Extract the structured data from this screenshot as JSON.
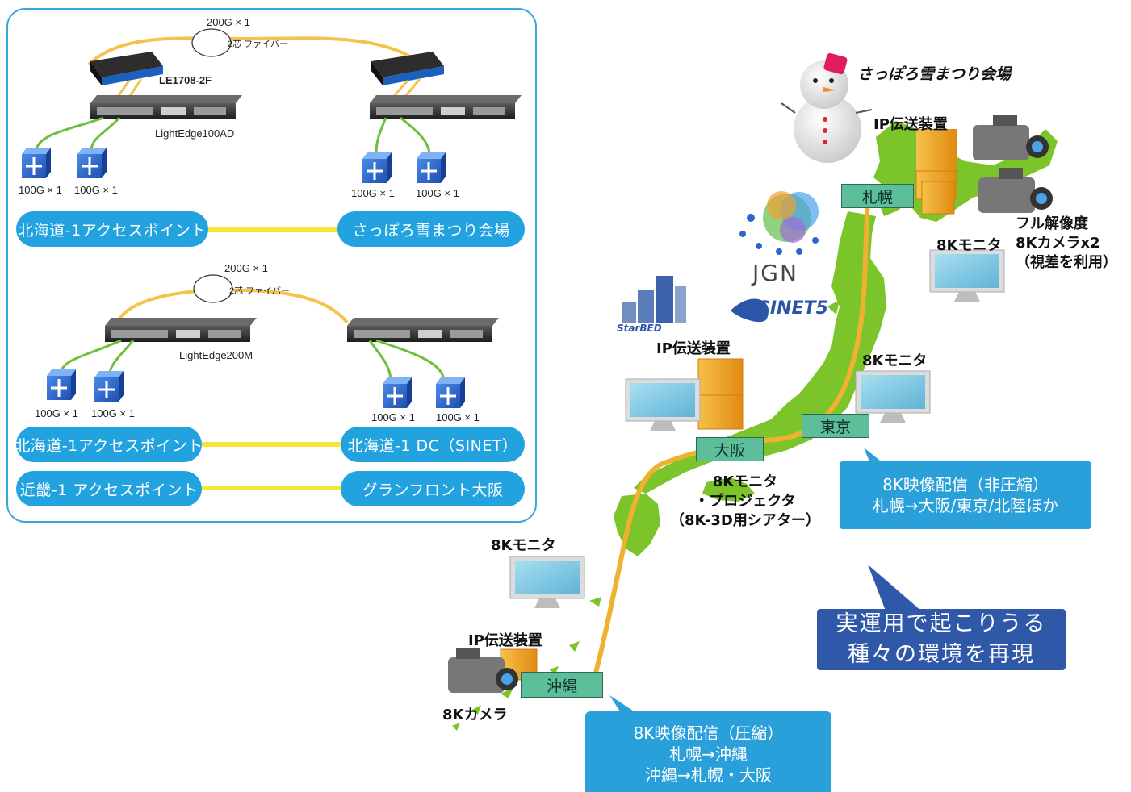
{
  "network": {
    "top_link": "200G × 1",
    "top_fiber": "2芯 ファイバー",
    "le1708": "LE1708-2F",
    "lightedge100": "LightEdge100AD",
    "top_ports": [
      "100G × 1",
      "100G × 1",
      "100G × 1",
      "100G × 1"
    ],
    "pill_hokkaido_ap": "北海道-1アクセスポイント",
    "pill_yukimatsuri": "さっぽろ雪まつり会場",
    "mid_link": "200G × 1",
    "mid_fiber": "2芯 ファイバー",
    "lightedge200": "LightEdge200M",
    "bottom_ports": [
      "100G × 1",
      "100G × 1",
      "100G × 1",
      "100G × 1"
    ],
    "pill_hokkaido_ap2": "北海道-1アクセスポイント",
    "pill_hokkaido_dc": "北海道-1 DC（SINET）",
    "pill_kinki_ap": "近畿-1 アクセスポイント",
    "pill_grandfront": "グランフロント大阪"
  },
  "map": {
    "venue_label": "さっぽろ雪まつり会場",
    "ip_device_sapporo": "IP伝送装置",
    "city_sapporo": "札幌",
    "monitor_8k_sapporo": "8Kモニタ",
    "camera_label": "フル解像度\n8Kカメラx2\n（視差を利用）",
    "logo_jgn": "JGN",
    "logo_sinet": "SINET5",
    "logo_starbed": "StarBED",
    "ip_device_osaka": "IP伝送装置",
    "monitor_8k_tokyo": "8Kモニタ",
    "city_tokyo": "東京",
    "city_osaka": "大阪",
    "projector_label": "8Kモニタ\n・プロジェクタ\n（8K-3D用シアター）",
    "note_uncompressed": "8K映像配信（非圧縮）\n札幌→大阪/東京/北陸ほか",
    "monitor_8k_okinawa": "8Kモニタ",
    "ip_device_okinawa": "IP伝送装置",
    "city_okinawa": "沖縄",
    "camera_8k": "8Kカメラ",
    "note_environment": "実運用で起こりうる\n種々の環境を再現",
    "note_compressed": "8K映像配信（圧縮）\n札幌→沖縄\n沖縄→札幌・大阪"
  },
  "colors": {
    "pill_blue": "#22a3e0",
    "fiber_yellow": "#f5c24a",
    "link_yellow": "#f7e63a",
    "japan_green": "#7bc42a",
    "route_orange": "#f0b030",
    "city_teal": "#5cbf9a",
    "dark_note": "#2f59a8"
  }
}
